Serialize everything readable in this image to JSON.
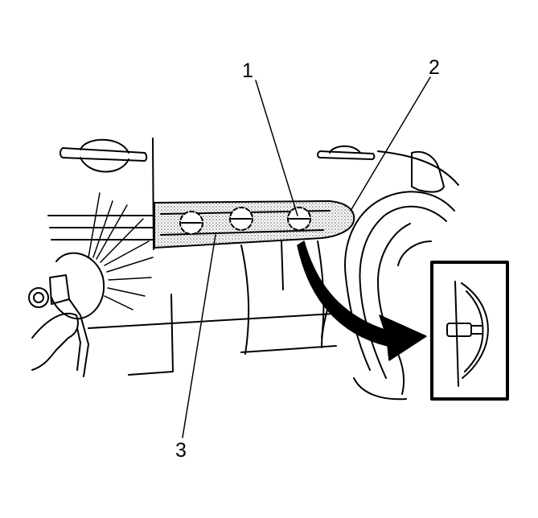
{
  "callouts": {
    "one": "1",
    "two": "2",
    "three": "3"
  },
  "colors": {
    "line": "#000000",
    "background": "#ffffff",
    "molding_fill": "#cfcfcf"
  }
}
